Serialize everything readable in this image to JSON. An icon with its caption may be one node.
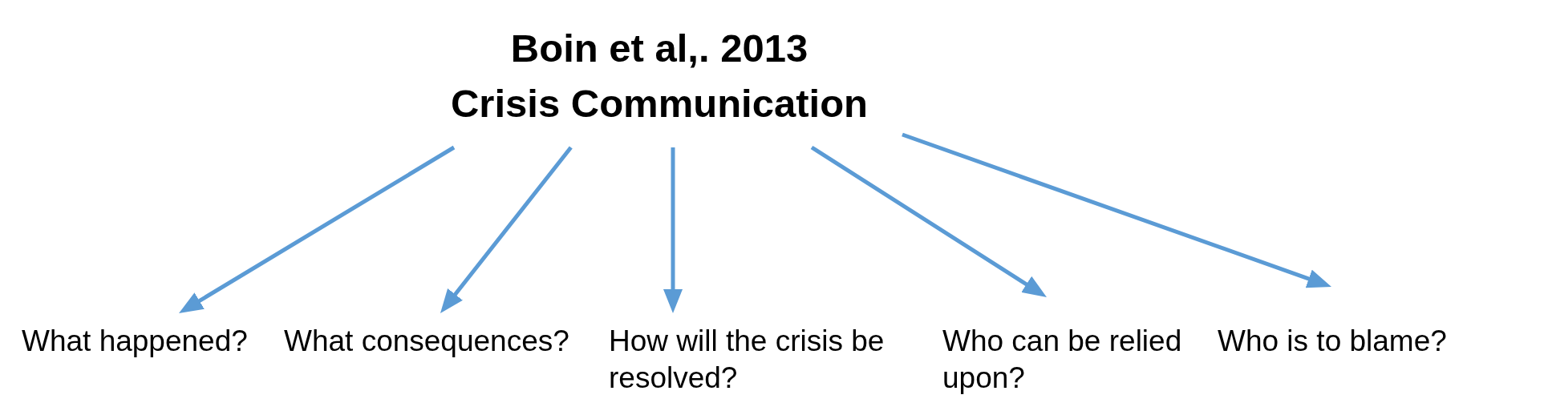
{
  "diagram": {
    "nodes": [
      {
        "text": [
          "Boin et al,. 2013",
          "Crisis Communication"
        ]
      },
      {
        "text": [
          "What happened?"
        ]
      },
      {
        "text": [
          "What consequences?"
        ]
      },
      {
        "text": [
          "How will the crisis be resolved?"
        ]
      },
      {
        "text": [
          "Who can be relied upon?"
        ]
      },
      {
        "text": [
          "Who is to blame?"
        ]
      }
    ],
    "edges": [
      {
        "from": 0,
        "to": 1,
        "arrow": "to"
      },
      {
        "from": 0,
        "to": 2,
        "arrow": "to"
      },
      {
        "from": 0,
        "to": 3,
        "arrow": "to"
      },
      {
        "from": 0,
        "to": 4,
        "arrow": "to"
      },
      {
        "from": 0,
        "to": 5,
        "arrow": "to"
      }
    ]
  }
}
